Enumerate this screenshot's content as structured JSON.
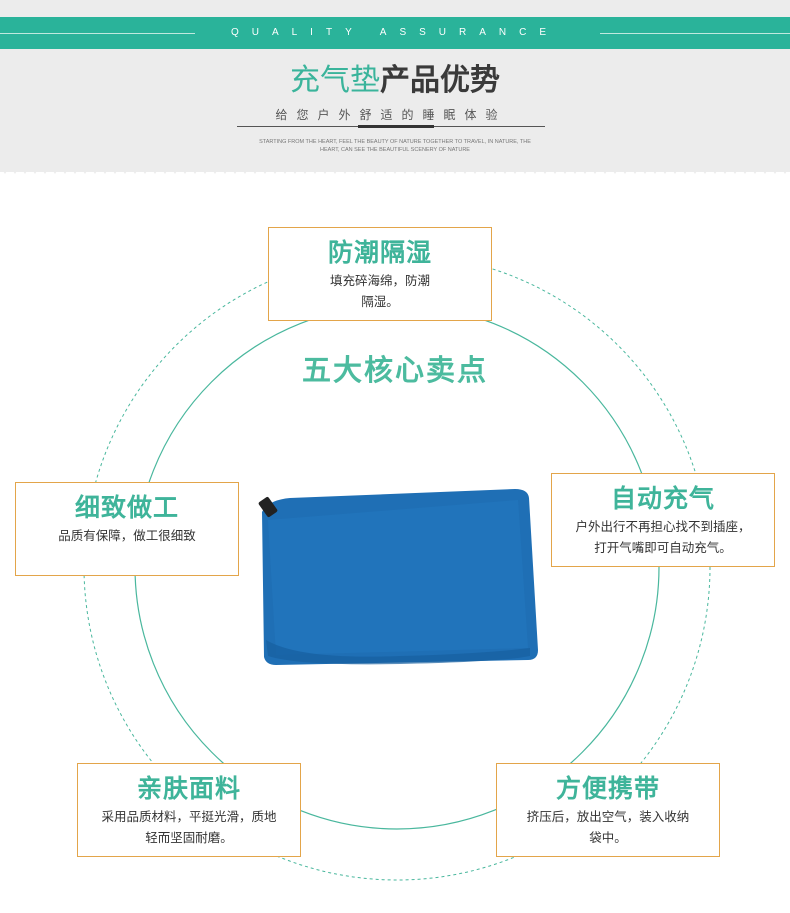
{
  "header": {
    "banner": "QUALITY ASSURANCE",
    "title_light": "充气垫",
    "title_bold": "产品优势",
    "subtitle": "给您户外舒适的睡眠体验",
    "tagline_line1": "STARTING FROM THE HEART, FEEL THE BEAUTY OF NATURE TOGETHER TO TRAVEL, IN NATURE, THE",
    "tagline_line2": "HEART, CAN SEE THE BEAUTIFUL SCENERY OF NATURE"
  },
  "core_title": "五大核心卖点",
  "features": [
    {
      "title": "防潮隔湿",
      "desc_line1": "填充碎海绵，防潮",
      "desc_line2": "隔湿。"
    },
    {
      "title": "细致做工",
      "desc_line1": "品质有保障，做工很细致",
      "desc_line2": ""
    },
    {
      "title": "自动充气",
      "desc_line1": "户外出行不再担心找不到插座，",
      "desc_line2": "打开气嘴即可自动充气。"
    },
    {
      "title": "亲肤面料",
      "desc_line1": "采用品质材料，平挺光滑，质地",
      "desc_line2": "轻而坚固耐磨。"
    },
    {
      "title": "方便携带",
      "desc_line1": "挤压后，放出空气，装入收纳",
      "desc_line2": "袋中。"
    }
  ],
  "colors": {
    "accent": "#2ab39a",
    "title_green": "#3fb49a",
    "box_border": "#e3a54a",
    "pad_blue": "#1f6fb5"
  }
}
